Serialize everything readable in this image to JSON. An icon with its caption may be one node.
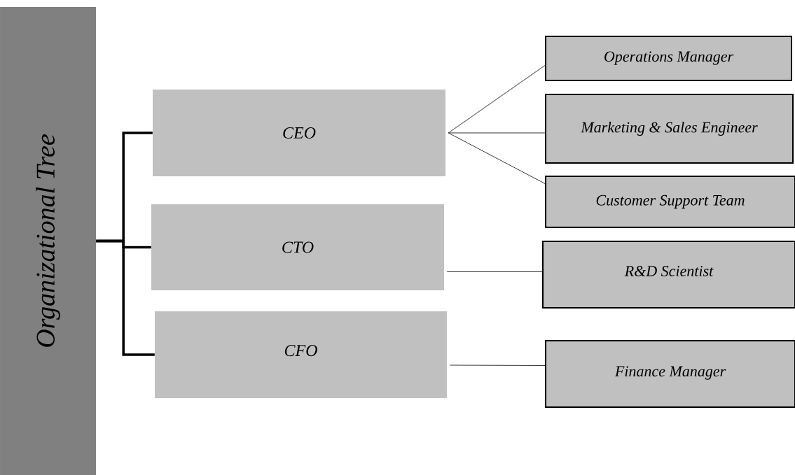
{
  "diagram": {
    "nodes": [
      {
        "text": [
          "Organizational Tree"
        ]
      },
      {
        "text": [
          "CEO"
        ]
      },
      {
        "text": [
          "CTO"
        ]
      },
      {
        "text": [
          "CFO"
        ]
      },
      {
        "text": [
          "Operations Manager"
        ]
      },
      {
        "text": [
          "Marketing & Sales Engineer"
        ]
      },
      {
        "text": [
          "Customer Support Team"
        ]
      },
      {
        "text": [
          "R&D Scientist"
        ]
      },
      {
        "text": [
          "Finance Manager"
        ]
      }
    ],
    "edges": [
      {
        "from": 0,
        "to": 1,
        "arrow": "none",
        "style": "thick"
      },
      {
        "from": 0,
        "to": 2,
        "arrow": "none",
        "style": "thick"
      },
      {
        "from": 0,
        "to": 3,
        "arrow": "none",
        "style": "thick"
      },
      {
        "from": 1,
        "to": 4,
        "arrow": "none"
      },
      {
        "from": 1,
        "to": 5,
        "arrow": "none"
      },
      {
        "from": 1,
        "to": 6,
        "arrow": "none"
      },
      {
        "from": 2,
        "to": 7,
        "arrow": "none"
      },
      {
        "from": 3,
        "to": 8,
        "arrow": "none"
      }
    ]
  }
}
